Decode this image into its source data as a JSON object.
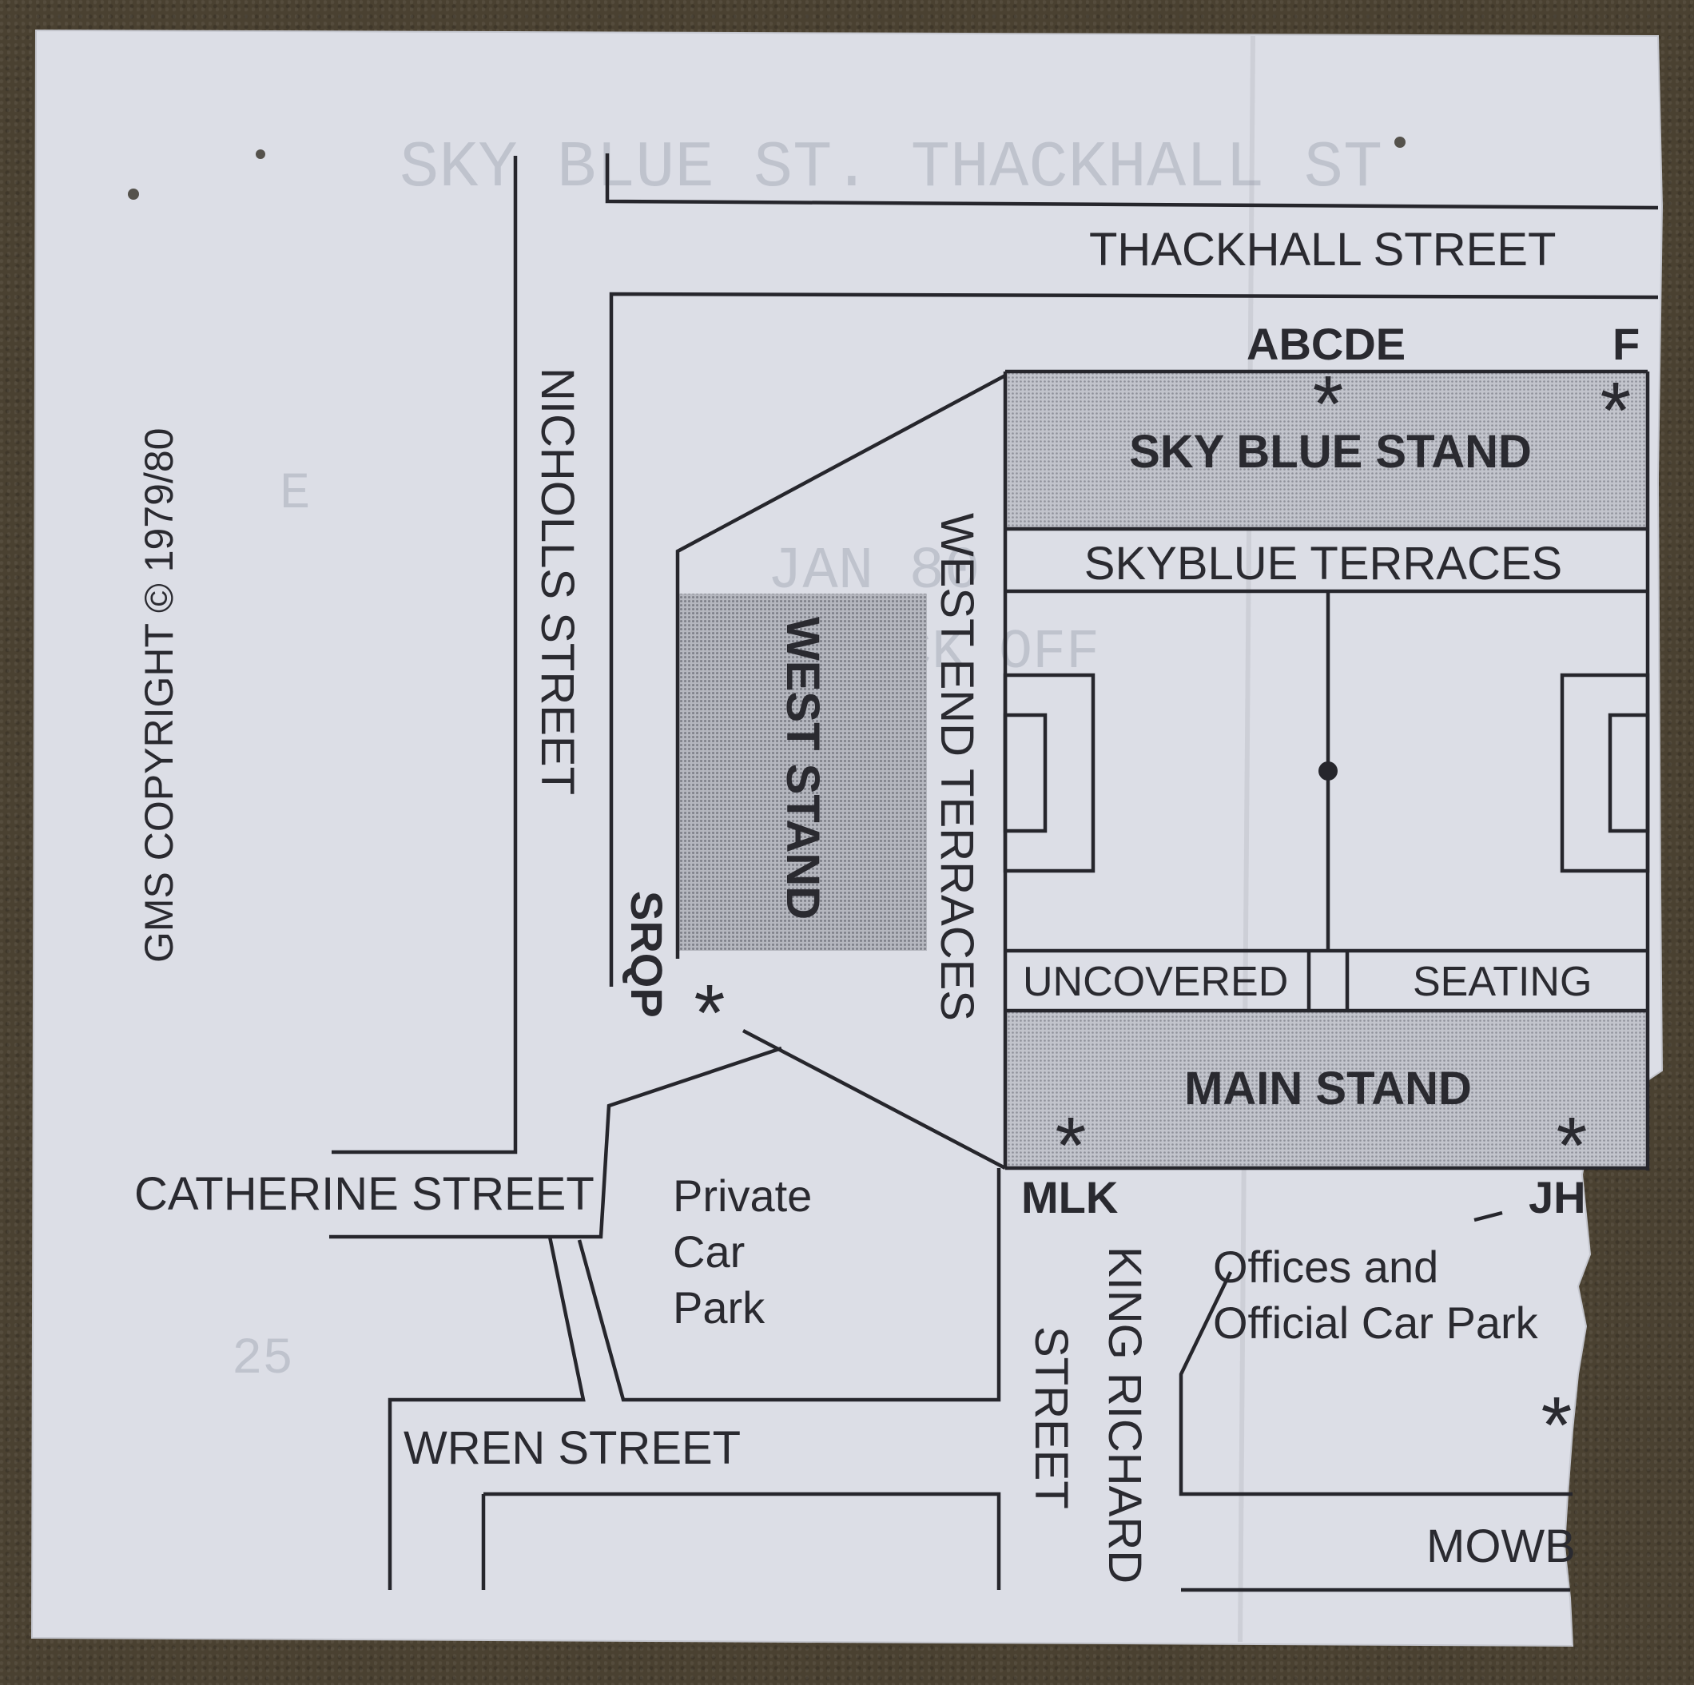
{
  "streets": {
    "thackhall": "THACKHALL STREET",
    "nicholls": "NICHOLLS STREET",
    "catherine": "CATHERINE STREET",
    "wren": "WREN STREET",
    "king_richard_1": "KING RICHARD",
    "king_richard_2": "STREET",
    "mowbray_partial": "MOWB"
  },
  "stands": {
    "sky_blue": "SKY BLUE STAND",
    "sky_blue_terraces": "SKYBLUE TERRACES",
    "west": "WEST STAND",
    "west_end_terraces": "WEST END TERRACES",
    "main": "MAIN STAND",
    "uncovered": "UNCOVERED",
    "seating": "SEATING"
  },
  "gates": {
    "north": "ABCDE",
    "north_east": "F",
    "west": "SRQP",
    "south_west": "MLK",
    "south_east_partial": "JH"
  },
  "areas": {
    "private_car_park": [
      "Private",
      "Car",
      "Park"
    ],
    "offices": [
      "Offices and",
      "Official Car Park"
    ]
  },
  "copyright": "GMS COPYRIGHT © 1979/80",
  "ghost_print": [
    "SKY BLUE ST. THACKHALL ST",
    "E",
    "JAN 80",
    "KICK OFF",
    "25"
  ],
  "colors": {
    "paper": "#dcdee6",
    "ink": "#26262c",
    "stand_fill": "#b3b5bd",
    "west_stand_fill": "#a8aab2",
    "background": "#4a4131"
  }
}
